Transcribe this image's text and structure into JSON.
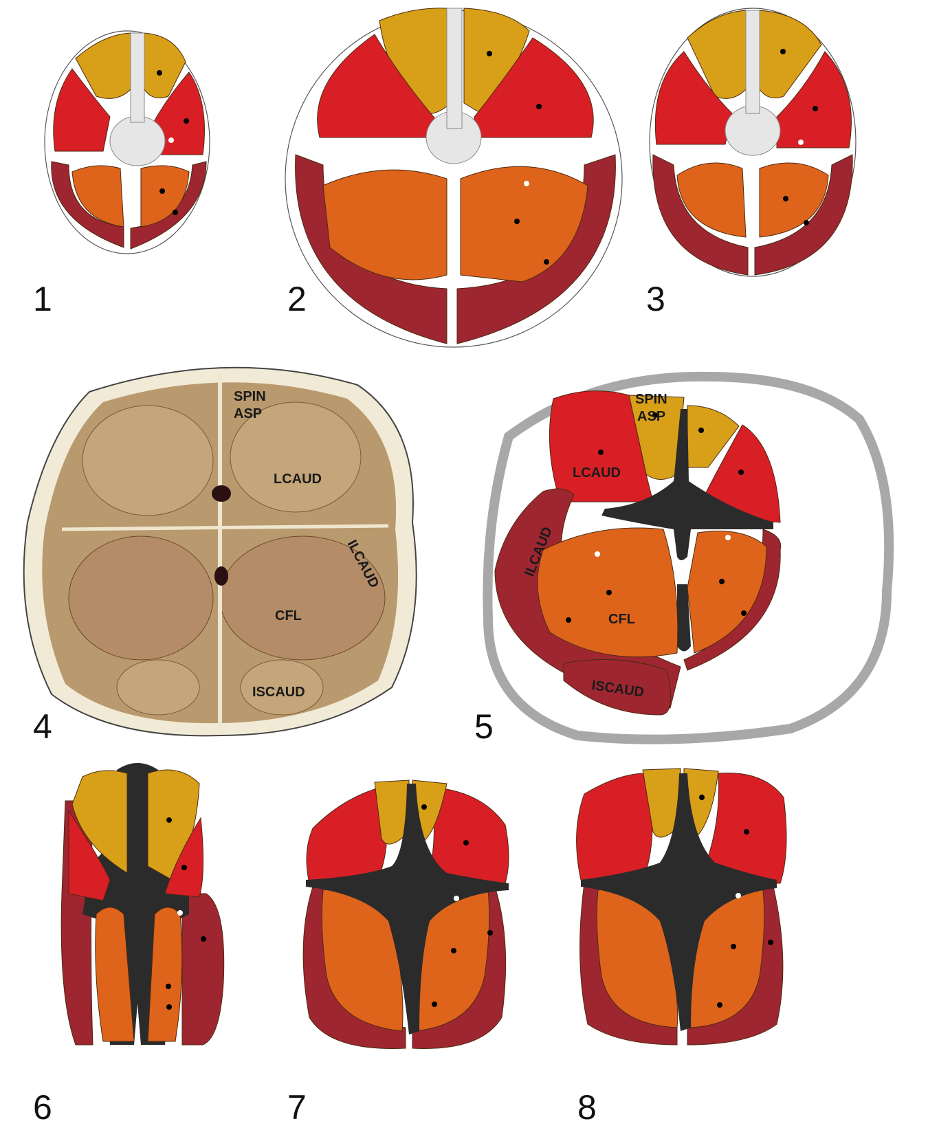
{
  "panels": [
    {
      "number": "1"
    },
    {
      "number": "2"
    },
    {
      "number": "3"
    },
    {
      "number": "4"
    },
    {
      "number": "5"
    },
    {
      "number": "6"
    },
    {
      "number": "7"
    },
    {
      "number": "8"
    }
  ],
  "labels": {
    "spin": "SPIN",
    "asp": "ASP",
    "lcaud": "LCAUD",
    "ilcaud": "ILCAUD",
    "cfl": "CFL",
    "iscaud": "ISCAUD"
  },
  "colors": {
    "spinalis": "#d8a018",
    "longissimus": "#d81f26",
    "caudofemoralis": "#de641c",
    "iliocaudalis": "#9e2630",
    "bone": "#e6e6e6",
    "skeleton_dark": "#2b2b2b",
    "skin": "#a8a8a8",
    "section_tissue": "#b99a6e"
  }
}
